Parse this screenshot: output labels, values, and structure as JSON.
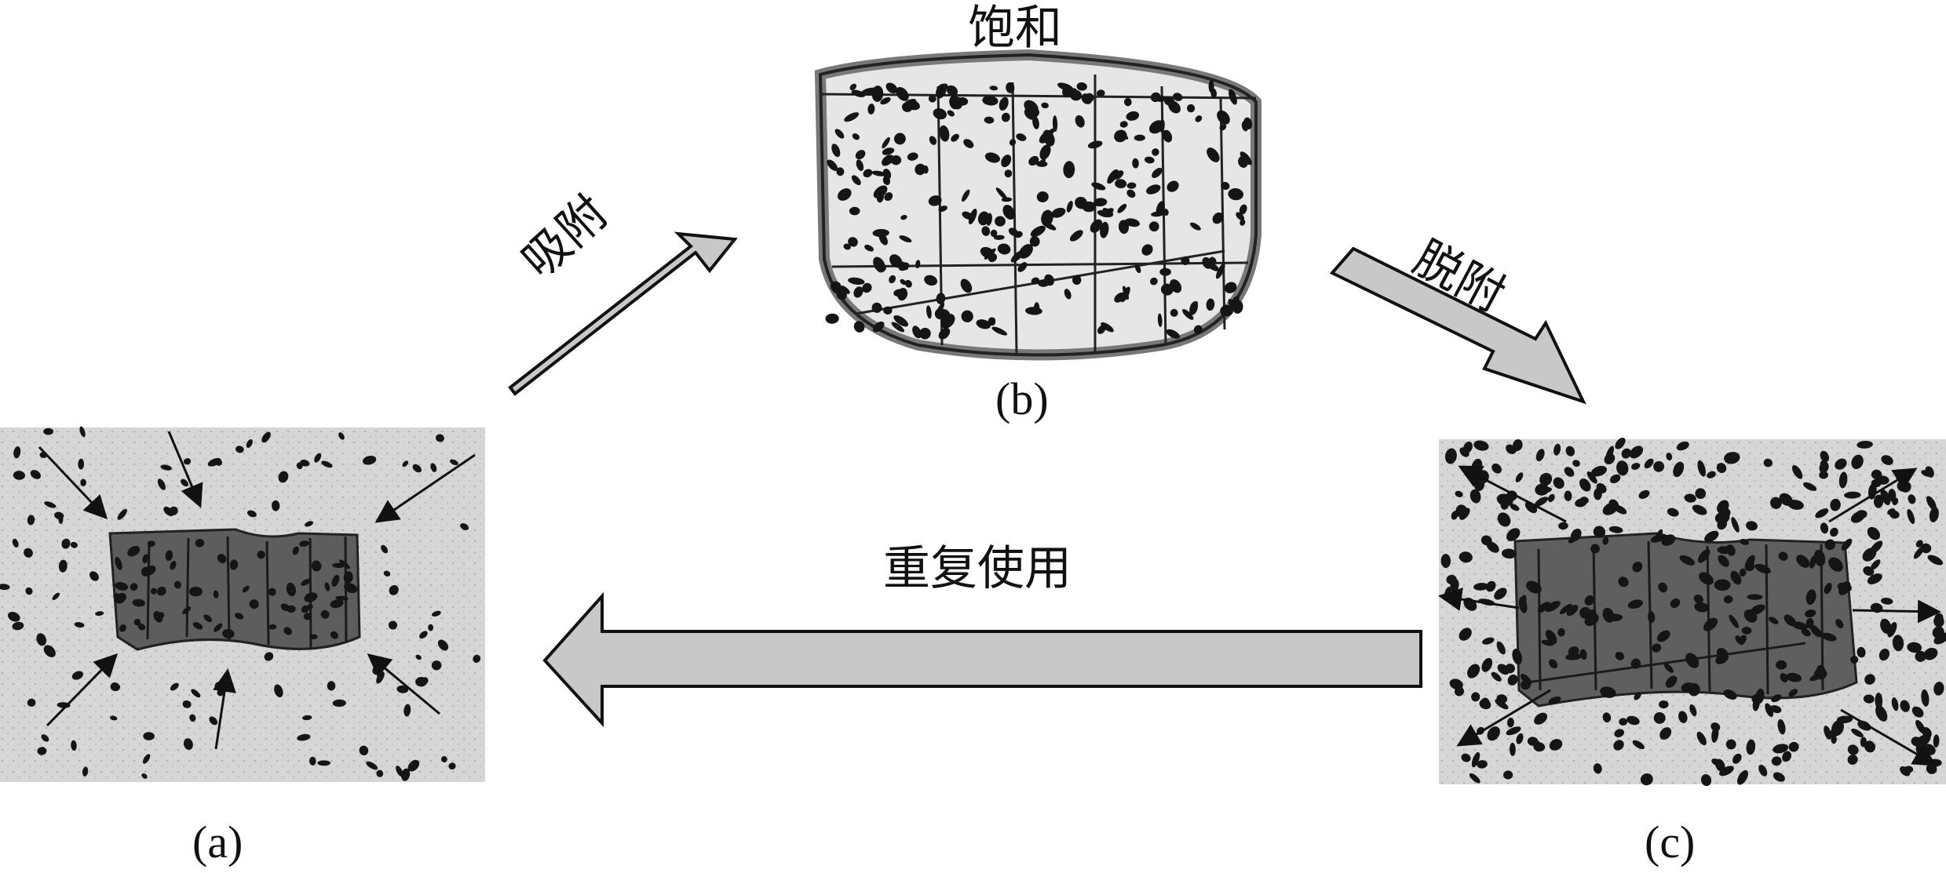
{
  "labels": {
    "saturation": "饱和",
    "adsorption": "吸附",
    "desorption": "脱附",
    "reuse": "重复使用"
  },
  "panels": {
    "a": "(a)",
    "b": "(b)",
    "c": "(c)"
  },
  "colors": {
    "arrow_fill": "#c8c8c8",
    "arrow_stroke": "#111111",
    "panel_bg": "#d9d9d9",
    "sorbent_dark": "#5a5a5a",
    "sorbent_light": "#e6e6e6"
  }
}
